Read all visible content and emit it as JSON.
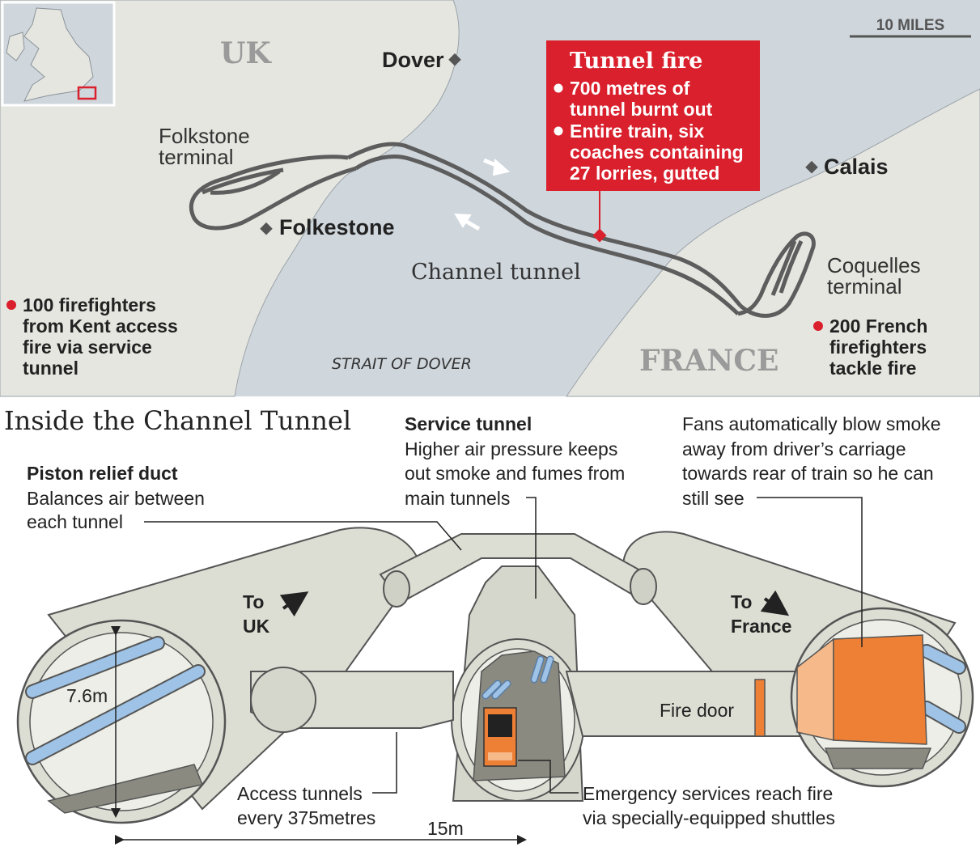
{
  "map": {
    "country_uk": "UK",
    "country_france": "FRANCE",
    "scale_label": "10 MILES",
    "strait_label": "STRAIT OF DOVER",
    "tunnel_label": "Channel tunnel",
    "towns": {
      "dover": "Dover",
      "folkestone": "Folkestone",
      "calais": "Calais"
    },
    "terminals": {
      "folkstone": [
        "Folkstone",
        "terminal"
      ],
      "coquelles": [
        "Coquelles",
        "terminal"
      ]
    },
    "fire_box": {
      "title": "Tunnel fire",
      "bullet1": [
        "700 metres of",
        "tunnel burnt out"
      ],
      "bullet2": [
        "Entire train, six",
        "coaches containing",
        "27 lorries, gutted"
      ]
    },
    "uk_note": [
      "100 firefighters",
      "from Kent access",
      "fire via service",
      "tunnel"
    ],
    "fr_note": [
      "200 French",
      "firefighters",
      "tackle fire"
    ]
  },
  "diagram": {
    "title": "Inside the Channel Tunnel",
    "piston": {
      "heading": "Piston relief duct",
      "lines": [
        "Balances air between",
        "each tunnel"
      ]
    },
    "service": {
      "heading": "Service tunnel",
      "lines": [
        "Higher air pressure keeps",
        "out smoke and fumes from",
        "main tunnels"
      ]
    },
    "fans": {
      "lines": [
        "Fans automatically blow smoke",
        "away from driver’s carriage",
        "towards rear of train so he can",
        "still see"
      ]
    },
    "to_uk": [
      "To",
      "UK"
    ],
    "to_france": [
      "To",
      "France"
    ],
    "diameter": "7.6m",
    "fire_door": "Fire door",
    "access": [
      "Access tunnels",
      "every 375metres"
    ],
    "spacing": "15m",
    "emergency": [
      "Emergency services reach fire",
      "via specially-equipped shuttles"
    ]
  },
  "colors": {
    "sea": "#cfd6dc",
    "land": "#e6e6e1",
    "accent_red": "#d9202c",
    "tunnel_fill": "#dcddd3",
    "pipe_blue": "#9ec3e6",
    "train_orange": "#ee8035"
  }
}
